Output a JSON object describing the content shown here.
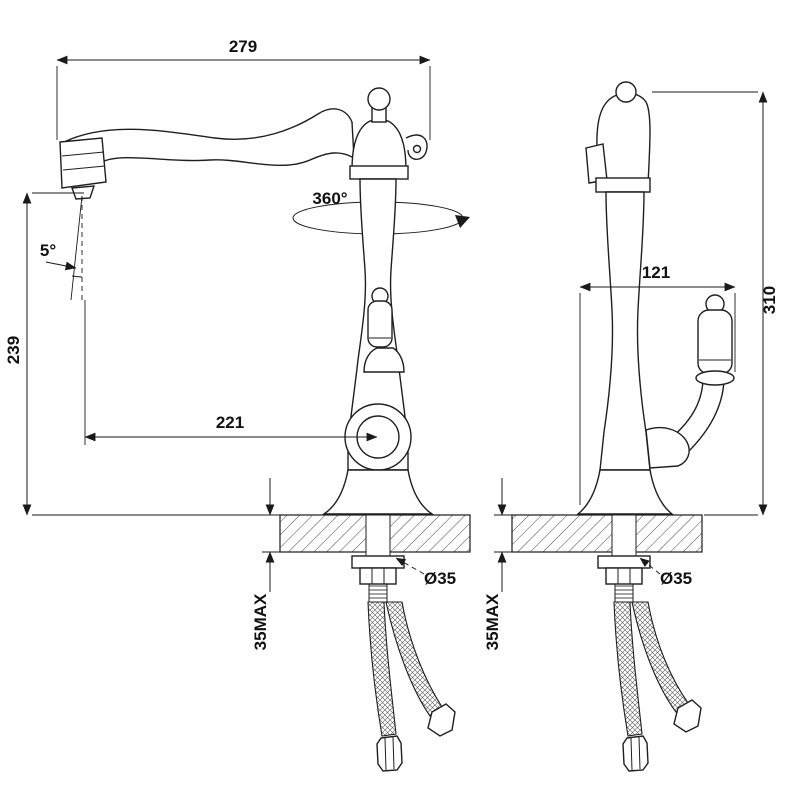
{
  "drawing": {
    "kind": "faucet-installation-dimension-drawing",
    "views": {
      "front": "front-view",
      "side": "side-view"
    }
  },
  "dimensions": {
    "spout_reach": "279",
    "swivel_angle": "360°",
    "spout_angle": "5°",
    "spout_height": "239",
    "center_reach": "221",
    "body_depth": "121",
    "total_height": "310",
    "deck_max_front": "35MAX",
    "deck_max_side": "35MAX",
    "hole_front": "Ø35",
    "hole_side": "Ø35"
  },
  "colors": {
    "line": "#1a1a1a",
    "background": "#ffffff"
  }
}
